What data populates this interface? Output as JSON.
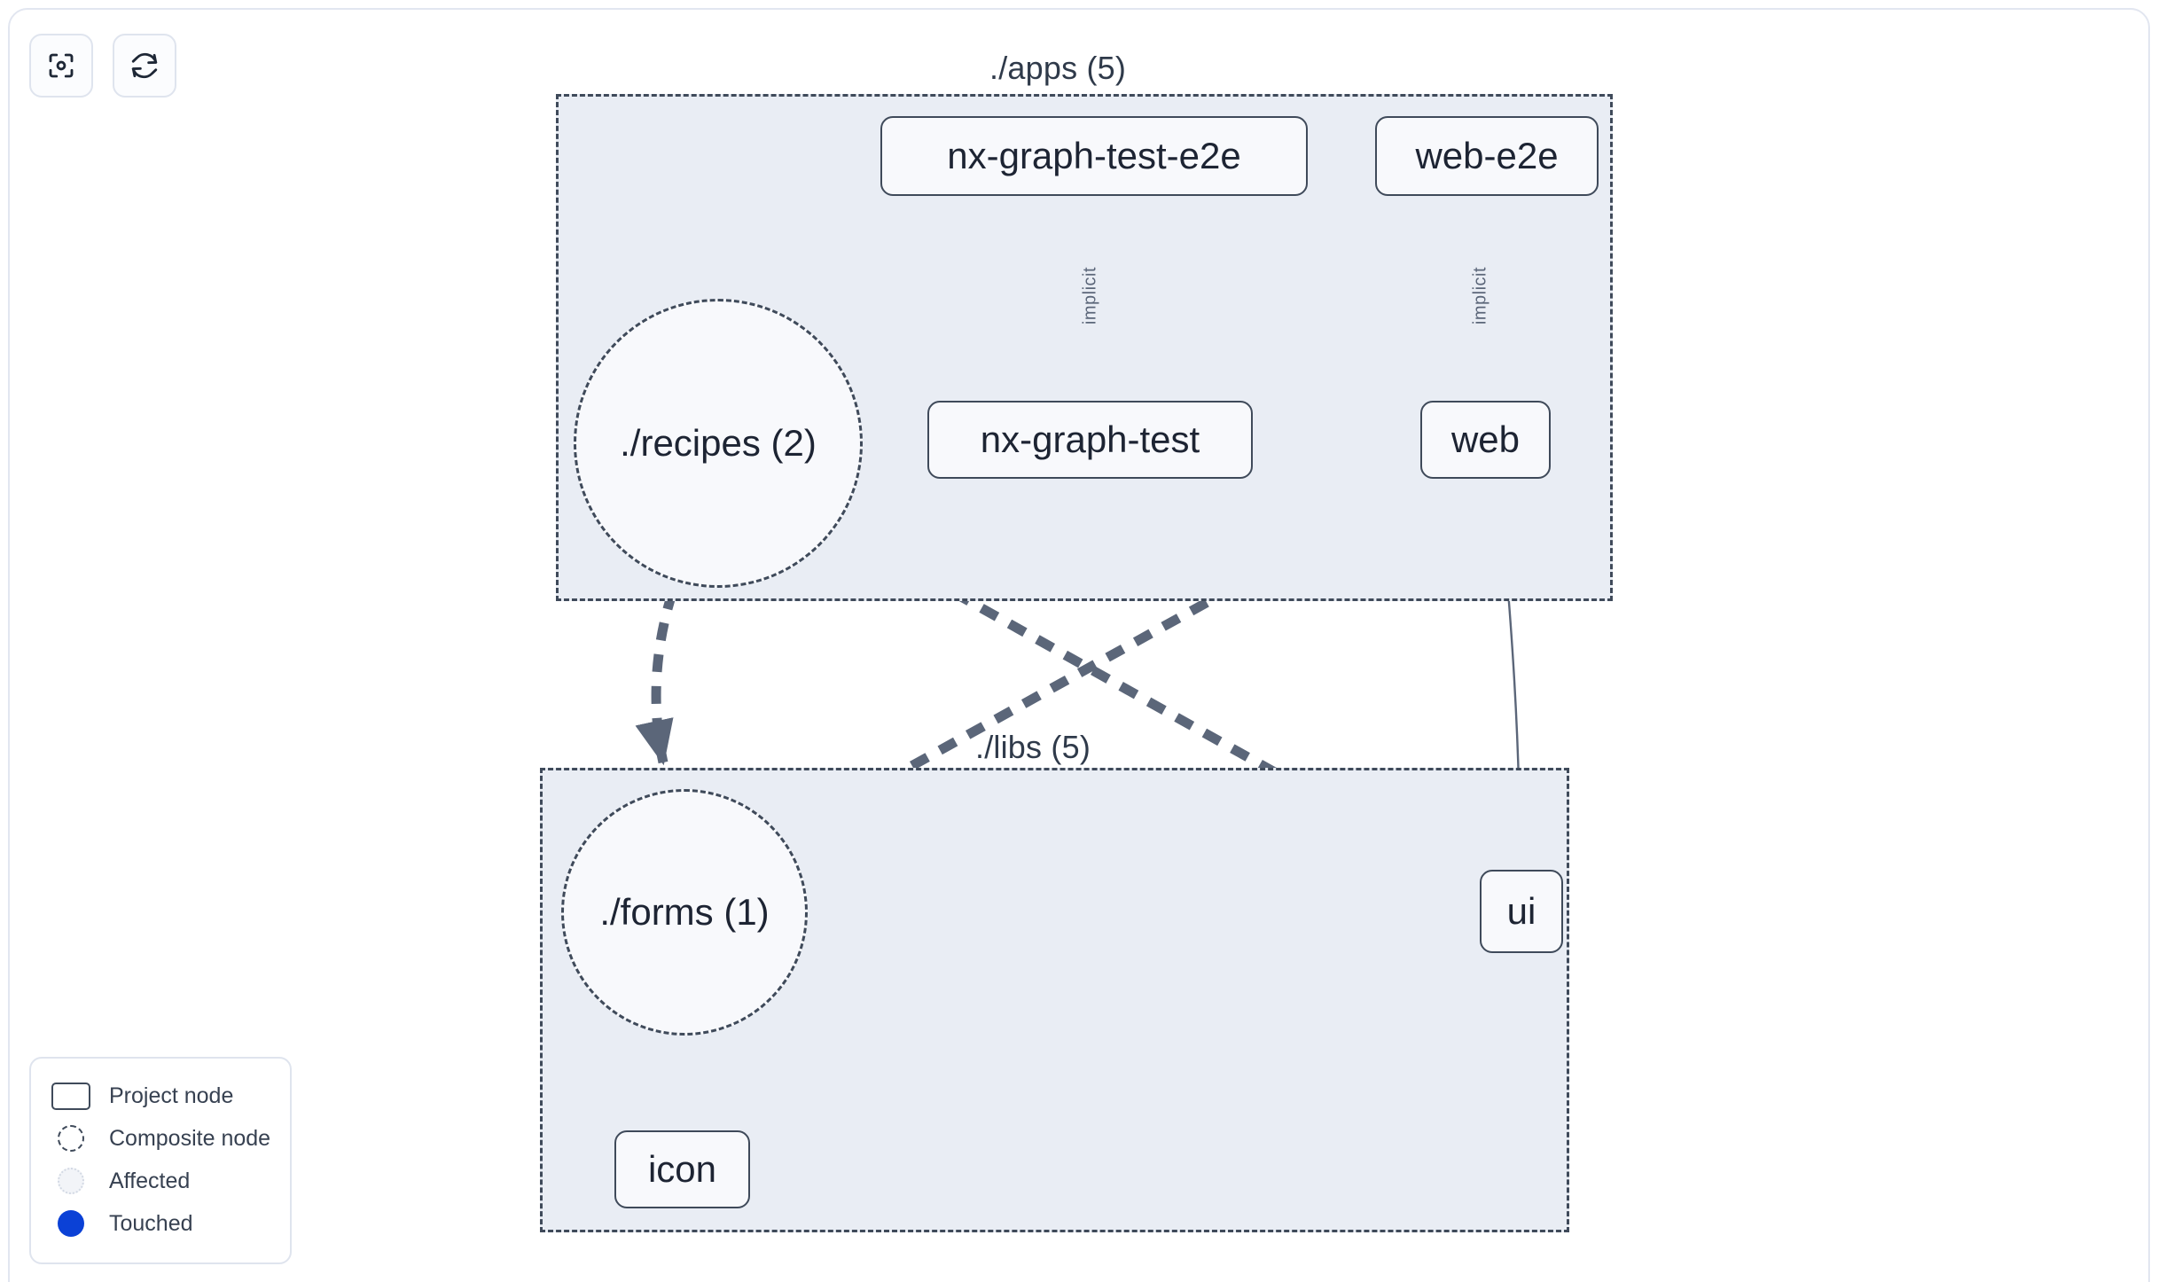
{
  "toolbar": {
    "buttons": [
      {
        "name": "focus-graph-button",
        "icon": "focus-target-icon",
        "title": "Focus graph"
      },
      {
        "name": "refresh-graph-button",
        "icon": "refresh-icon",
        "title": "Refresh graph"
      }
    ]
  },
  "graph": {
    "groups": [
      {
        "id": "apps",
        "label": "./apps (5)",
        "count": 5
      },
      {
        "id": "libs",
        "label": "./libs (5)",
        "count": 5
      }
    ],
    "nodes": [
      {
        "id": "nx-graph-test-e2e",
        "label": "nx-graph-test-e2e",
        "type": "project",
        "group": "apps"
      },
      {
        "id": "web-e2e",
        "label": "web-e2e",
        "type": "project",
        "group": "apps"
      },
      {
        "id": "recipes",
        "label": "./recipes (2)",
        "type": "composite",
        "group": "apps",
        "count": 2
      },
      {
        "id": "nx-graph-test",
        "label": "nx-graph-test",
        "type": "project",
        "group": "apps"
      },
      {
        "id": "web",
        "label": "web",
        "type": "project",
        "group": "apps"
      },
      {
        "id": "forms",
        "label": "./forms (1)",
        "type": "composite",
        "group": "libs",
        "count": 1
      },
      {
        "id": "ui",
        "label": "ui",
        "type": "project",
        "group": "libs"
      },
      {
        "id": "icon",
        "label": "icon",
        "type": "project",
        "group": "libs"
      }
    ],
    "edges": [
      {
        "from": "nx-graph-test-e2e",
        "to": "nx-graph-test",
        "label": "implicit",
        "style": "solid"
      },
      {
        "from": "web-e2e",
        "to": "web",
        "label": "implicit",
        "style": "solid"
      },
      {
        "from": "recipes",
        "to": "forms",
        "label": "",
        "style": "dashed"
      },
      {
        "from": "recipes",
        "to": "ui",
        "label": "",
        "style": "dashed"
      },
      {
        "from": "web",
        "to": "forms",
        "label": "",
        "style": "dashed"
      },
      {
        "from": "web",
        "to": "ui",
        "label": "",
        "style": "solid"
      },
      {
        "from": "forms",
        "to": "icon",
        "label": "",
        "style": "dashed"
      }
    ]
  },
  "legend": {
    "items": [
      {
        "swatch": "project-node-swatch",
        "label": "Project node"
      },
      {
        "swatch": "composite-node-swatch",
        "label": "Composite node"
      },
      {
        "swatch": "affected-swatch",
        "label": "Affected"
      },
      {
        "swatch": "touched-swatch",
        "label": "Touched"
      }
    ]
  },
  "colors": {
    "group_fill": "#e9edf4",
    "node_fill": "#f8f9fc",
    "stroke": "#3f4a5a",
    "edge": "#5b6679",
    "touched": "#0b41d6",
    "canvas_border": "#e2e6f0"
  }
}
